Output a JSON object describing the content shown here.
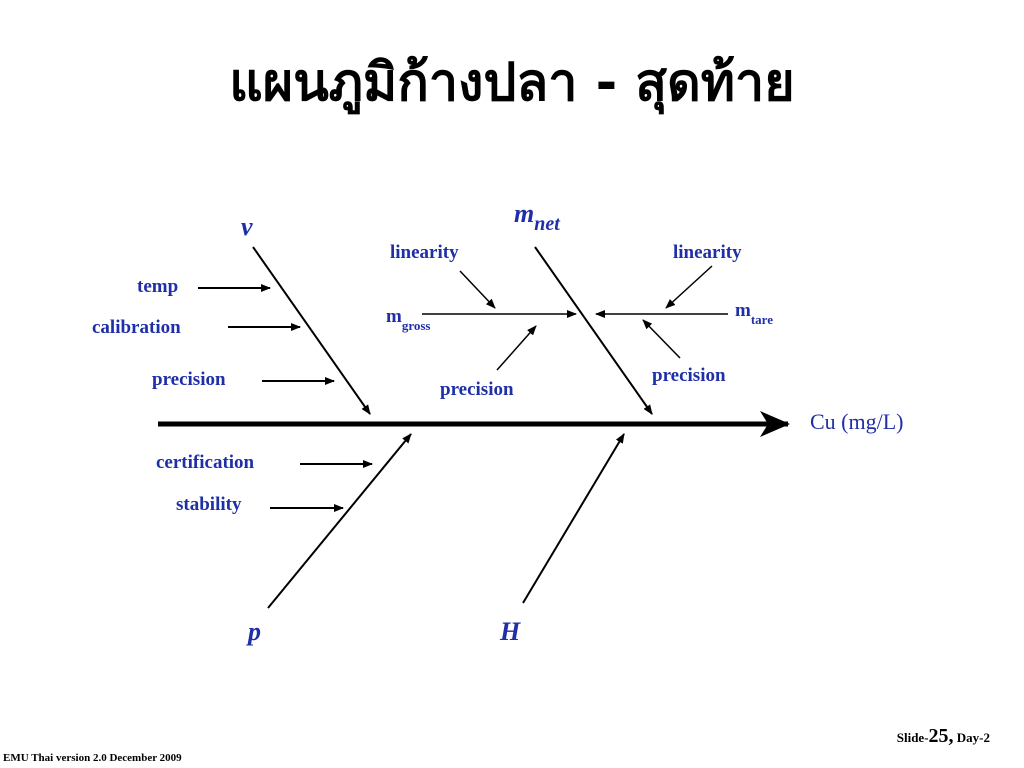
{
  "title": "แผนภูมิก้างปลา - สุดท้าย",
  "effect_label": "Cu (mg/L)",
  "causes": {
    "v": "v",
    "m": "m",
    "m_sub": "net",
    "p": "p",
    "H": "H"
  },
  "factors": {
    "temp": "temp",
    "calibration": "calibration",
    "precision_v": "precision",
    "linearity_left": "linearity",
    "linearity_right": "linearity",
    "m_gross_main": "m",
    "m_gross_sub": "gross",
    "m_tare_main": "m",
    "m_tare_sub": "tare",
    "precision_gross": "precision",
    "precision_tare": "precision",
    "certification": "certification",
    "stability": "stability"
  },
  "footer": {
    "left": "EMU Thai version 2.0 December 2009",
    "slide_prefix": "Slide-",
    "slide_number": "25,",
    "day": "Day-2"
  },
  "colors": {
    "label": "#1f2fa8",
    "lines": "#000000"
  }
}
